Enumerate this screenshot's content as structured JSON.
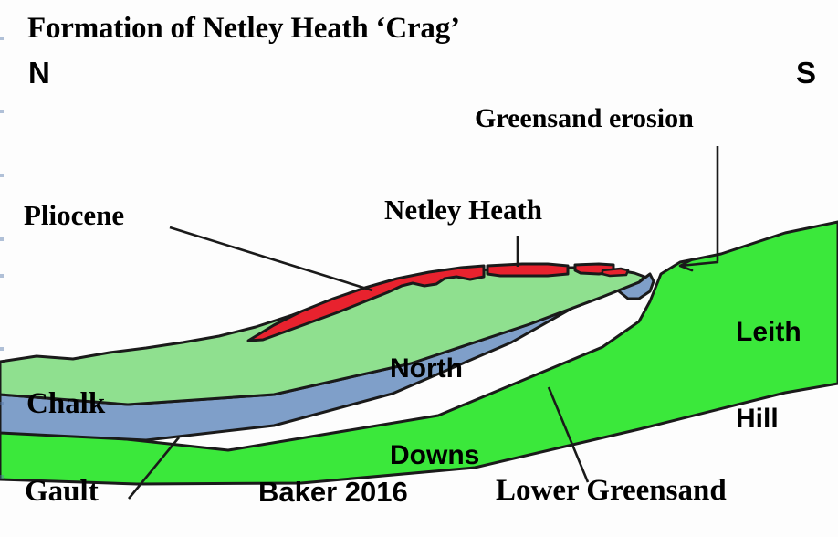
{
  "title": "Formation of Netley Heath ‘Crag’",
  "compass": {
    "north": "N",
    "south": "S"
  },
  "credit": "Baker 2016",
  "labels": {
    "greensand_erosion": "Greensand erosion",
    "pliocene": "Pliocene",
    "netley_heath": "Netley Heath",
    "leith_hill_line1": "Leith",
    "leith_hill_line2": "Hill",
    "north_downs_line1": "North",
    "north_downs_line2": "Downs",
    "chalk": "Chalk",
    "gault": "Gault",
    "lower_greensand": "Lower Greensand"
  },
  "colors": {
    "pliocene_red": "#e8222e",
    "chalk_green": "#8fe08f",
    "gault_blue": "#7f9fc9",
    "lower_greensand_green": "#3be83b",
    "outline": "#1a1a1a",
    "background": "#fdfdfd",
    "text": "#000000"
  },
  "chart_data": {
    "type": "diagram",
    "subtype": "geological-cross-section",
    "title": "Formation of Netley Heath ‘Crag’",
    "orientation": "North (left) to South (right)",
    "credit": "Baker 2016",
    "strata": [
      {
        "name": "Pliocene",
        "color": "#e8222e",
        "description": "Red Pliocene 'Crag' deposit capping the North Downs chalk dip slope at Netley Heath; thins and breaks into patches toward the south"
      },
      {
        "name": "Chalk",
        "color": "#8fe08f",
        "description": "Pale green chalk forming the North Downs, dipping southward and truncated at the greensand erosion surface"
      },
      {
        "name": "Gault",
        "color": "#7f9fc9",
        "description": "Blue-grey Gault Clay band beneath the Chalk, dipping south, truncated at the erosion surface"
      },
      {
        "name": "Lower Greensand",
        "color": "#3be83b",
        "description": "Bright green Lower Greensand underlying Gault and rising to form Leith Hill in the south"
      }
    ],
    "annotations": [
      {
        "label": "Pliocene",
        "target": "red capping deposit",
        "leader": "diagonal line from label to red layer"
      },
      {
        "label": "Netley Heath",
        "target": "crest of red Pliocene deposit",
        "leader": "short vertical line"
      },
      {
        "label": "Greensand erosion",
        "target": "erosion surface between North Downs and Leith Hill",
        "leader": "long vertical line ending in leftward arrow"
      },
      {
        "label": "North Downs",
        "target": "chalk dip slope",
        "leader": "none"
      },
      {
        "label": "Leith Hill",
        "target": "Lower Greensand high ground",
        "leader": "none"
      },
      {
        "label": "Chalk",
        "target": "pale green layer",
        "leader": "none"
      },
      {
        "label": "Gault",
        "target": "blue-grey band",
        "leader": "diagonal line up-right"
      },
      {
        "label": "Lower Greensand",
        "target": "bright green band",
        "leader": "diagonal line up-left"
      }
    ]
  }
}
